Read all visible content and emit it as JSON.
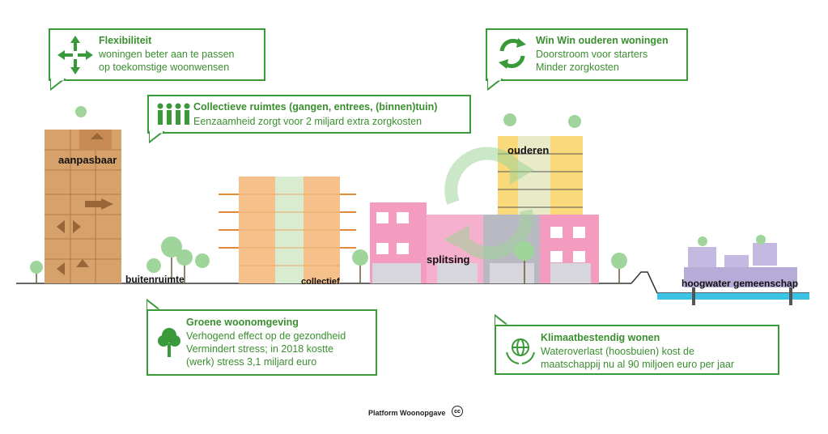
{
  "callouts": {
    "flexibiliteit": {
      "title": "Flexibiliteit",
      "lines": [
        "woningen beter aan te passen",
        "op toekomstige woonwensen"
      ],
      "icon": "arrows-move-icon"
    },
    "winwin": {
      "title": "Win Win ouderen woningen",
      "lines": [
        "Doorstroom voor starters",
        "Minder zorgkosten"
      ],
      "icon": "recycle-arrows-icon"
    },
    "collectief": {
      "title": "Collectieve ruimtes (gangen, entrees, (binnen)tuin)",
      "lines": [
        "Eenzaamheid zorgt voor 2 miljard extra zorgkosten"
      ],
      "icon": "people-group-icon"
    },
    "groen": {
      "title": "Groene woonomgeving",
      "lines": [
        "Verhogend effect op de gezondheid",
        "Vermindert stress; in 2018 kostte",
        "(werk) stress 3,1 miljard euro"
      ],
      "icon": "tree-icon"
    },
    "klimaat": {
      "title": "Klimaatbestendig wonen",
      "lines": [
        "Wateroverlast (hoosbuien) kost de",
        "maatschappij nu al 90 miljoen euro per jaar"
      ],
      "icon": "globe-hands-icon"
    }
  },
  "scene_labels": {
    "aanpasbaar": "aanpasbaar",
    "buitenruimte": "buitenruimte",
    "collectief": "collectief",
    "splitsing": "splitsing",
    "ouderen": "ouderen",
    "hoogwater": "hoogwater gemeenschap"
  },
  "footer": {
    "text": "Platform Woonopgave",
    "license": "cc"
  },
  "colors": {
    "green": "#3a9a3a",
    "orange": "#f4b77a",
    "brown": "#c8925a",
    "pink": "#f08cb4",
    "purple": "#b7acd8",
    "water": "#3bc3e6"
  }
}
